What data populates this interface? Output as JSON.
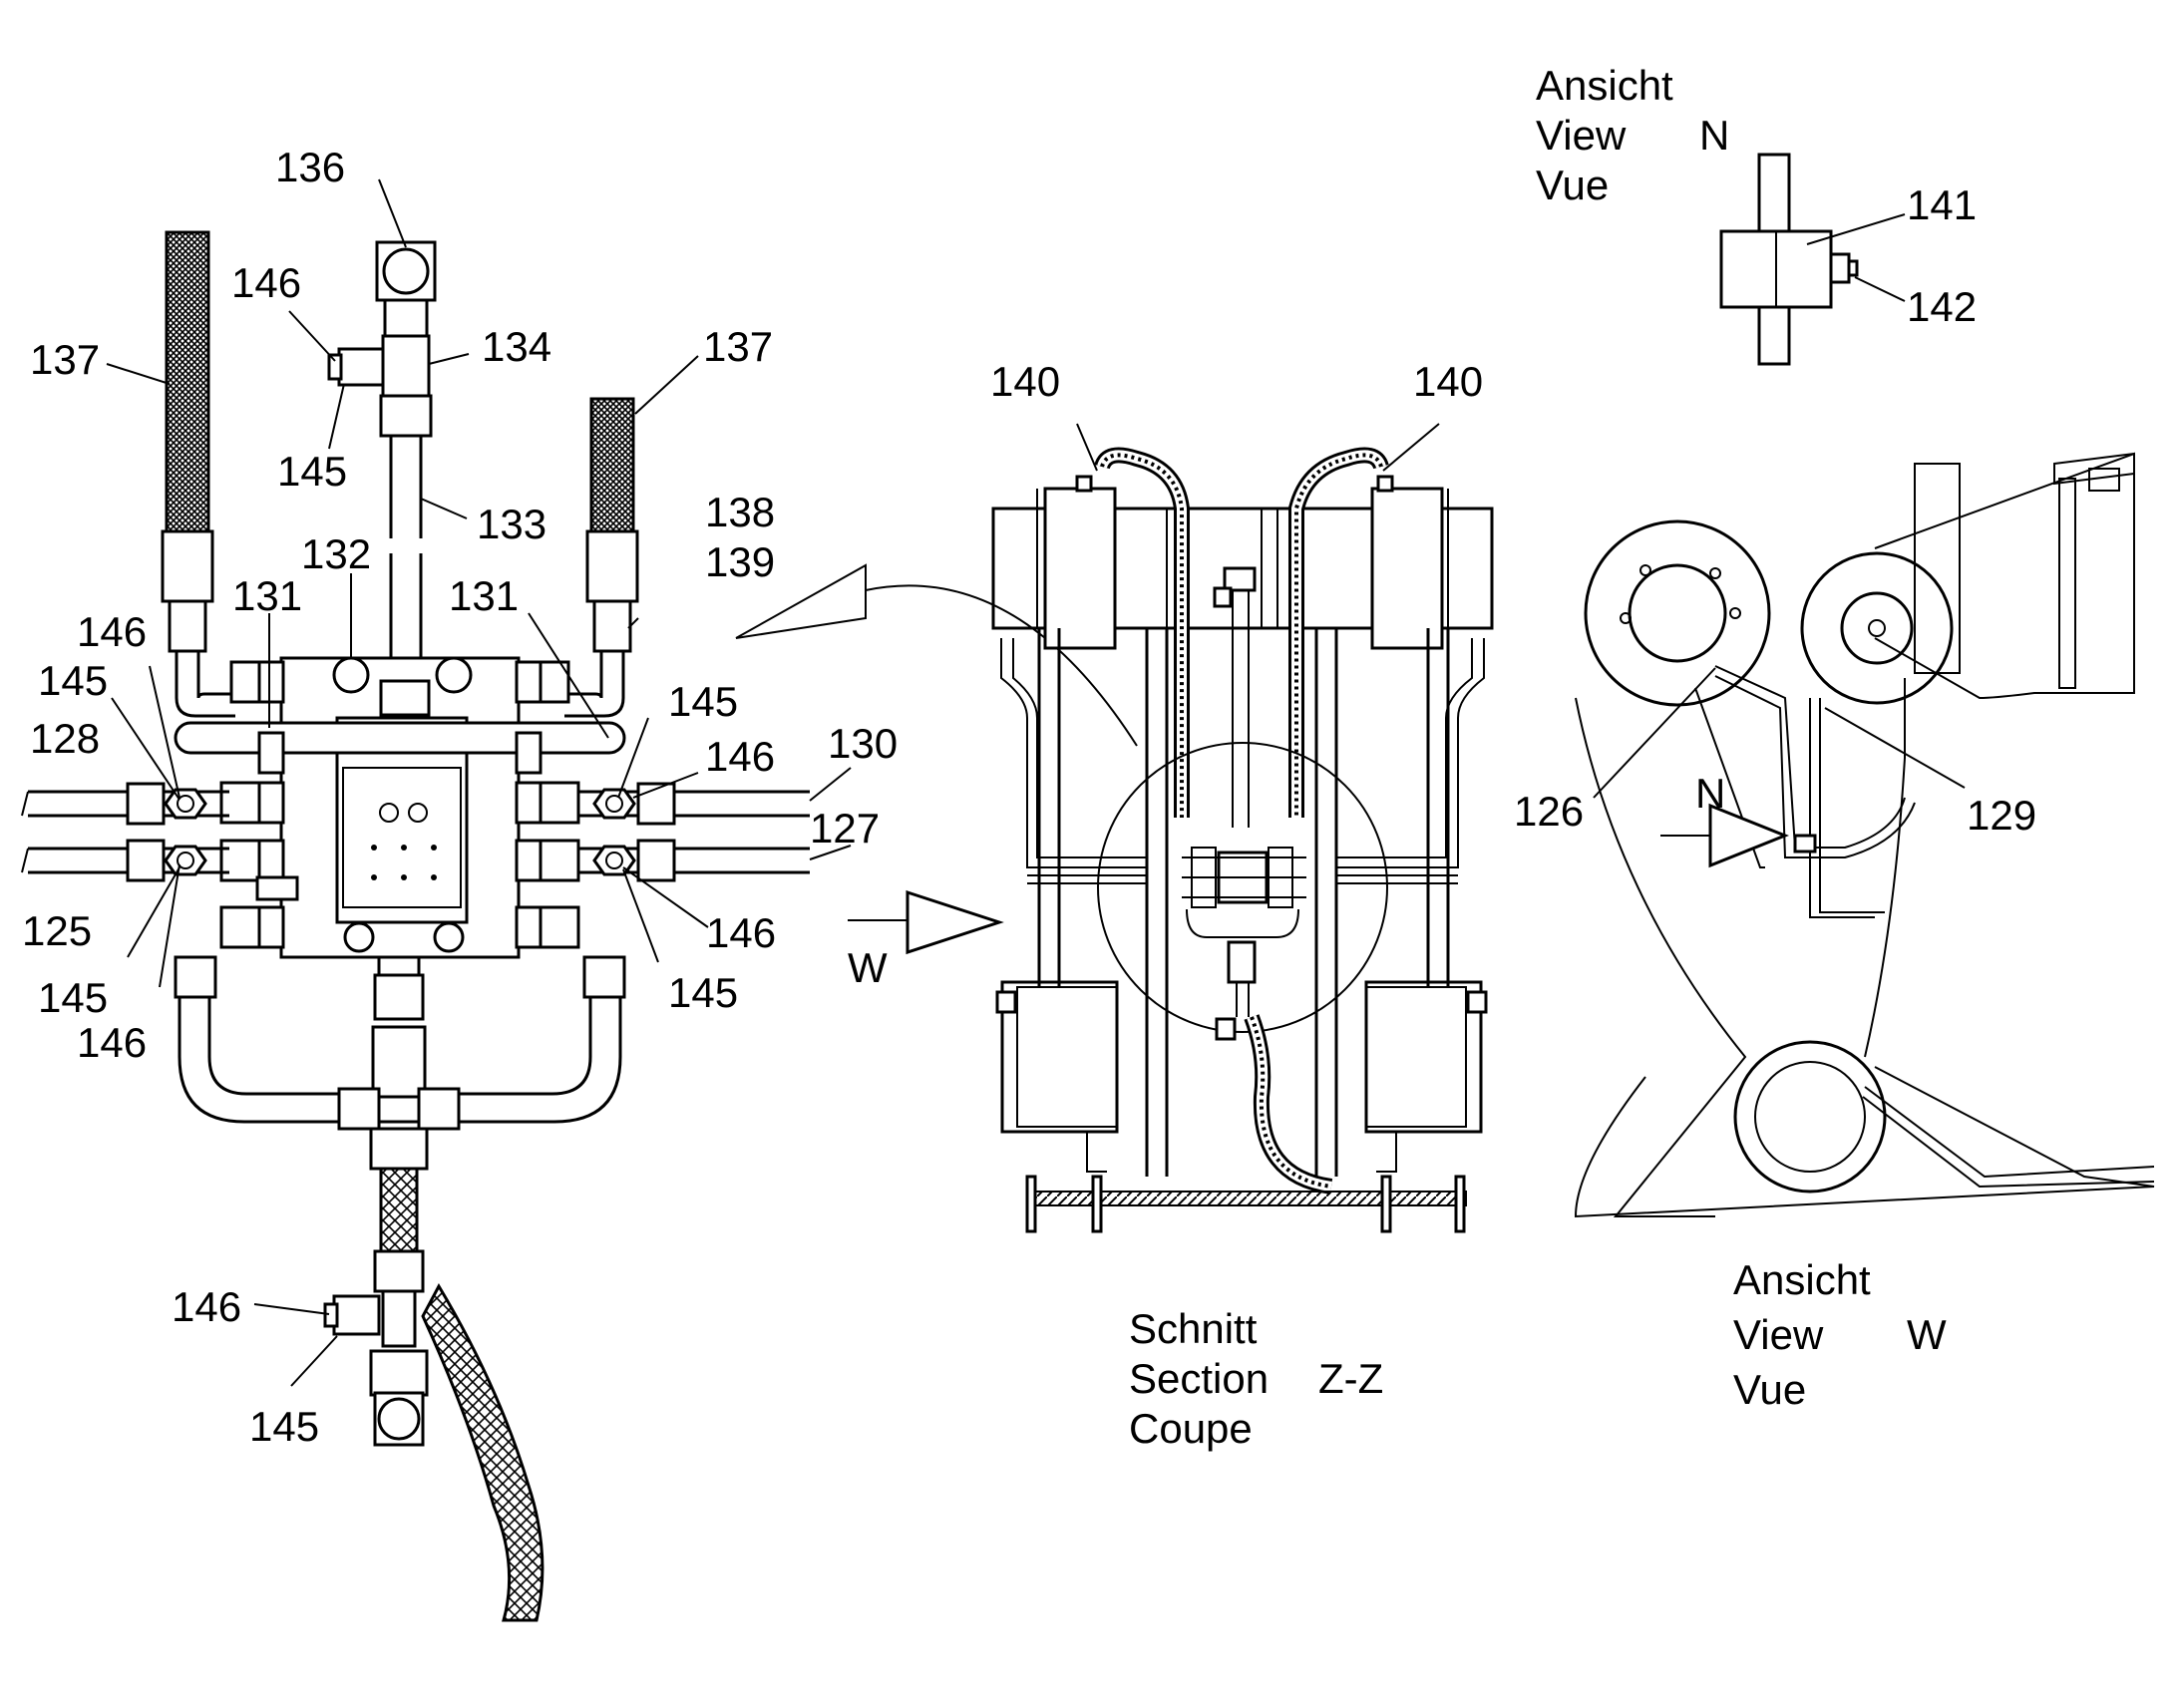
{
  "views": {
    "view_n": {
      "line1": "Ansicht",
      "line2": "View",
      "line3": "Vue",
      "letter": "N"
    },
    "view_w": {
      "line1": "Ansicht",
      "line2": "View",
      "line3": "Vue",
      "letter": "W"
    },
    "section_zz": {
      "line1": "Schnitt",
      "line2": "Section",
      "line3": "Coupe",
      "letter": "Z-Z"
    }
  },
  "arrow_labels": {
    "w": "W",
    "n": "N"
  },
  "callouts": {
    "c136": "136",
    "c146a": "146",
    "c134": "134",
    "c137a": "137",
    "c137b": "137",
    "c145a": "145",
    "c133": "133",
    "c132": "132",
    "c138": "138",
    "c139": "139",
    "c131a": "131",
    "c131b": "131",
    "c146b": "146",
    "c145b": "145",
    "c128": "128",
    "c145c": "145",
    "c146c": "146",
    "c130": "130",
    "c127": "127",
    "c125": "125",
    "c146d": "146",
    "c145d": "145",
    "c146e": "146",
    "c145e": "145",
    "c146f": "146",
    "c145f": "145",
    "c140a": "140",
    "c140b": "140",
    "c141": "141",
    "c142": "142",
    "c126": "126",
    "c129": "129"
  }
}
